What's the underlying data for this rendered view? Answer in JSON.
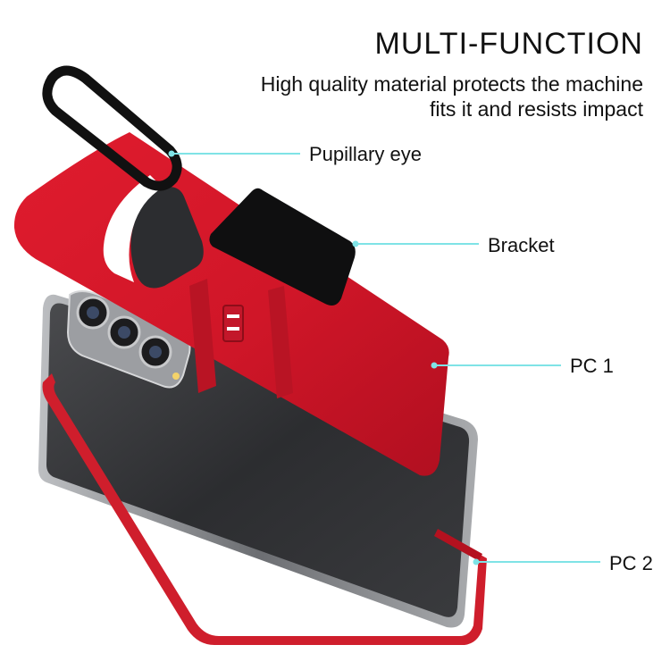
{
  "heading": {
    "title": "MULTI-FUNCTION",
    "subtitle_lines": [
      "High quality material protects the machine",
      "fits it and resists impact"
    ]
  },
  "callouts": {
    "pupillary_eye": "Pupillary eye",
    "bracket": "Bracket",
    "pc1": "PC 1",
    "pc2": "PC 2"
  },
  "colors": {
    "case_red": "#d01628",
    "ring_black": "#111111",
    "phone_glass": "#2e2f31",
    "leader_line": "#7fe3e6"
  }
}
